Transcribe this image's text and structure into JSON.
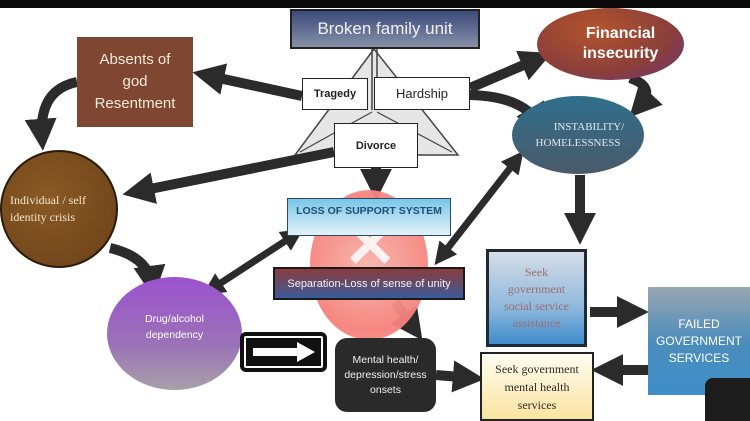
{
  "diagram": {
    "nodes": {
      "broken_family": "Broken family unit",
      "financial_insecurity": [
        "Financial",
        "insecurity"
      ],
      "absents_of_god": [
        "Absents of",
        "god",
        "Resentment"
      ],
      "tragedy": "Tragedy",
      "hardship": "Hardship",
      "divorce": "Divorce",
      "instability": [
        "INSTABILITY/",
        "HOMELESSNESS"
      ],
      "identity_crisis": [
        "Individual / self",
        "identity crisis"
      ],
      "loss_of_support": "LOSS OF SUPPORT SYSTEM",
      "cross_symbol": "✕",
      "separation": "Separation-Loss of sense of unity",
      "seek_social": [
        "Seek",
        "government",
        "social service",
        "assistance"
      ],
      "failed_services": [
        "FAILED",
        "GOVERNMENT",
        "SERVICES"
      ],
      "drug_alcohol": [
        "Drug/alcohol",
        "dependency"
      ],
      "mental_health": [
        "Mental health/",
        "depression/stress",
        "onsets"
      ],
      "seek_mental": [
        "Seek government",
        "mental health",
        "services"
      ]
    },
    "edges": [
      {
        "from": "tragedy",
        "to": "absents_of_god"
      },
      {
        "from": "absents_of_god",
        "to": "identity_crisis"
      },
      {
        "from": "hardship",
        "to": "financial_insecurity"
      },
      {
        "from": "hardship",
        "to": "instability"
      },
      {
        "from": "financial_insecurity",
        "to": "instability"
      },
      {
        "from": "divorce",
        "to": "identity_crisis"
      },
      {
        "from": "divorce",
        "to": "loss_of_support"
      },
      {
        "from": "instability",
        "to": "separation",
        "bidirectional": true
      },
      {
        "from": "instability",
        "to": "seek_social"
      },
      {
        "from": "identity_crisis",
        "to": "drug_alcohol"
      },
      {
        "from": "loss_of_support",
        "to": "drug_alcohol",
        "bidirectional": true
      },
      {
        "from": "drug_alcohol",
        "to": "mental_health"
      },
      {
        "from": "separation",
        "to": "mental_health"
      },
      {
        "from": "mental_health",
        "to": "seek_mental"
      },
      {
        "from": "seek_social",
        "to": "failed_services"
      },
      {
        "from": "failed_services",
        "to": "seek_mental"
      }
    ],
    "colors": {
      "arrow": "#2b2b2b",
      "broken_family": "#4a5a85",
      "financial": "#9a4a3a",
      "absents": "#7f4631",
      "instability": "#3a6a85",
      "identity": "#7a4c1e",
      "drug": "#9b5fc9",
      "failed": "#4a8fc0",
      "seek_mental": "#fbe9b0"
    }
  }
}
